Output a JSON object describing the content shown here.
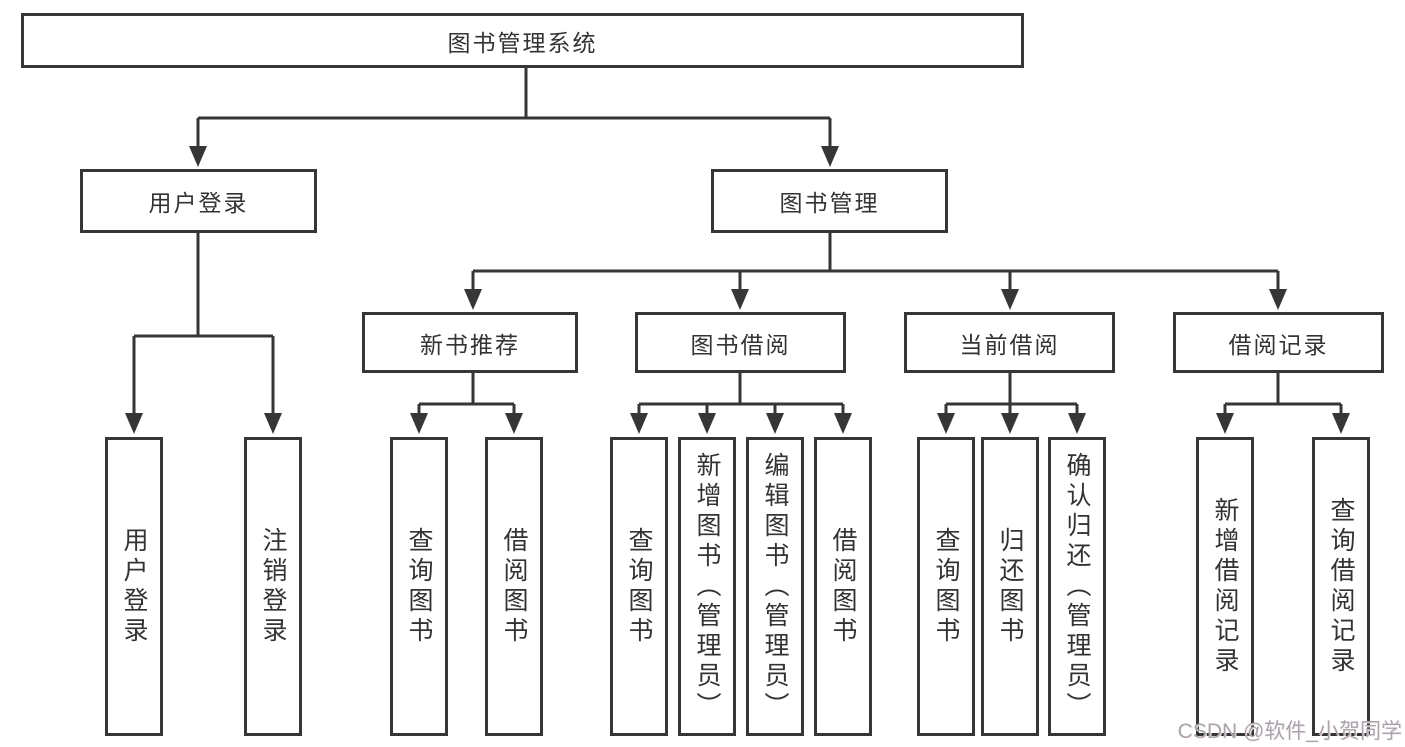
{
  "diagram": {
    "root": {
      "label": "图书管理系统"
    },
    "level2": [
      {
        "label": "用户登录"
      },
      {
        "label": "图书管理"
      }
    ],
    "level3": [
      {
        "label": "新书推荐"
      },
      {
        "label": "图书借阅"
      },
      {
        "label": "当前借阅"
      },
      {
        "label": "借阅记录"
      }
    ],
    "leaves": {
      "login": [
        "用户登录",
        "注销登录"
      ],
      "newbook": [
        "查询图书",
        "借阅图书"
      ],
      "borrow": [
        "查询图书",
        "新增图书（管理员）",
        "编辑图书（管理员）",
        "借阅图书"
      ],
      "current": [
        "查询图书",
        "归还图书",
        "确认归还（管理员）"
      ],
      "records": [
        "新增借阅记录",
        "查询借阅记录"
      ]
    }
  },
  "watermark": {
    "text": "CSDN @软件_小贺同学"
  },
  "colors": {
    "line": "#363636",
    "text": "#333333",
    "background": "#ffffff",
    "watermark": "#a8a4ad"
  }
}
